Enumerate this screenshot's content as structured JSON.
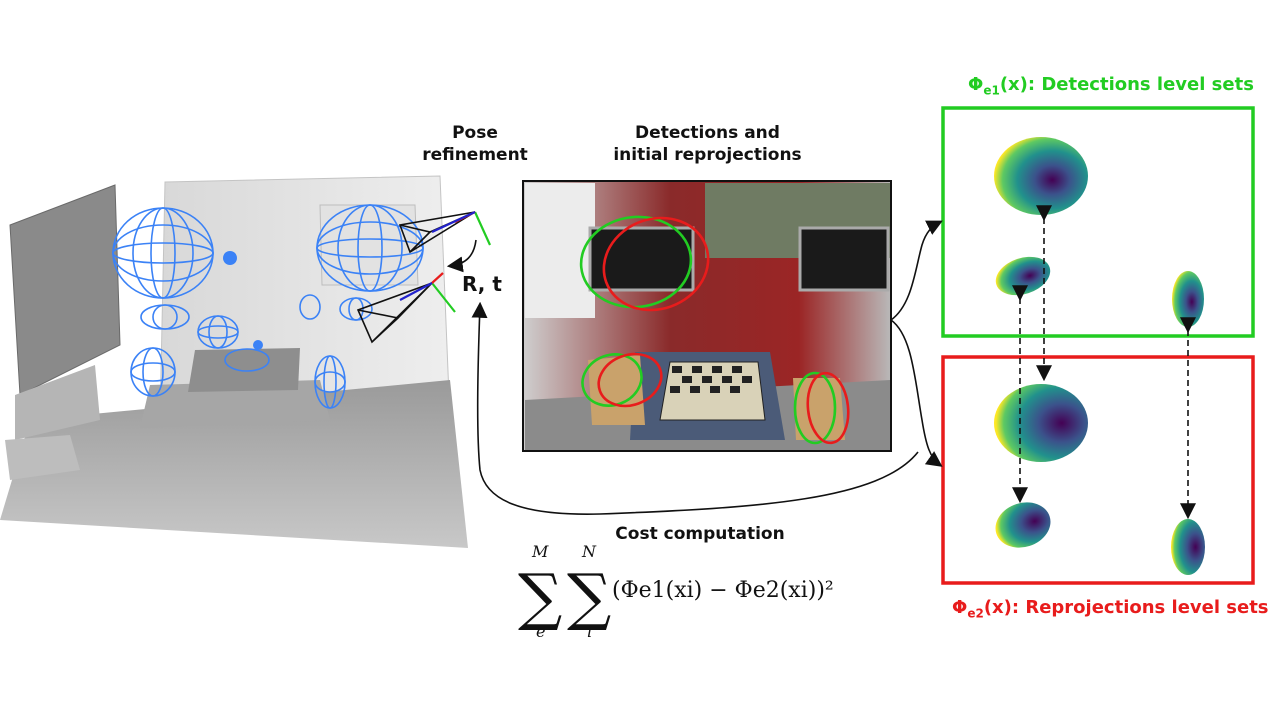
{
  "labels": {
    "pose_refinement_line1": "Pose",
    "pose_refinement_line2": "refinement",
    "detections_line1": "Detections and",
    "detections_line2": "initial reprojections",
    "rt": "R, t",
    "cost_computation": "Cost computation",
    "phi_e1_symbol": "Φ",
    "phi_e1_sub": "e1",
    "phi_e1_text": "(x): Detections level sets",
    "phi_e2_symbol": "Φ",
    "phi_e2_sub": "e2",
    "phi_e2_text": "(x): Reprojections level sets"
  },
  "formula": {
    "sum1_top": "M",
    "sum1_bottom": "e",
    "sum2_top": "N",
    "sum2_bottom": "i",
    "body": "(Φe1(xi) − Φe2(xi))²"
  },
  "colors": {
    "green": "#22cc22",
    "red": "#e81c1c",
    "blue_wire": "#3b82f6",
    "viridis_dark": "#440154",
    "viridis_mid": "#21918c",
    "viridis_light": "#fde725"
  }
}
